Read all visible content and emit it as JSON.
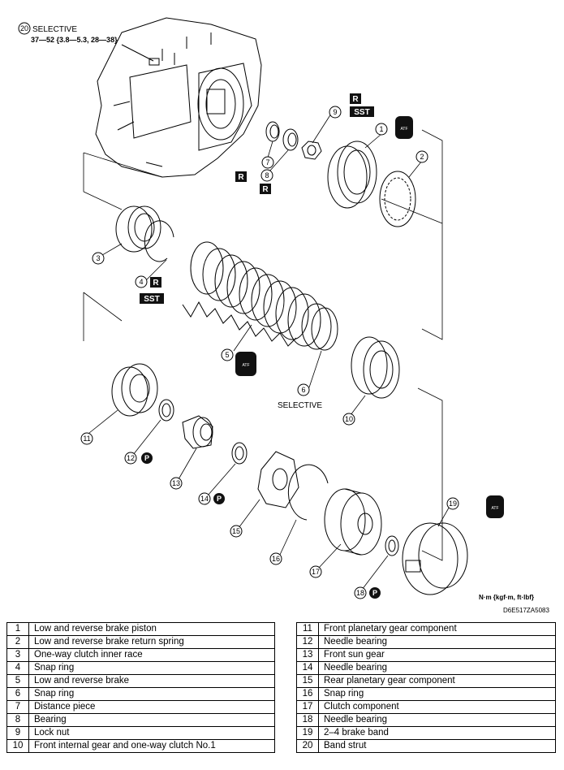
{
  "diagram": {
    "top_label_number": "20",
    "top_label_name": "SELECTIVE",
    "torque_spec": "37—52 {3.8—5.3, 28—38}",
    "selective_label": "SELECTIVE",
    "units": "N·m {kgf·m, ft·lbf}",
    "figure_code": "D6E517ZA5083",
    "badges": {
      "r": "R",
      "sst": "SST",
      "atf": "ATF",
      "p": "P"
    },
    "callouts": [
      "1",
      "2",
      "3",
      "4",
      "5",
      "6",
      "7",
      "8",
      "9",
      "10",
      "11",
      "12",
      "13",
      "14",
      "15",
      "16",
      "17",
      "18",
      "19",
      "20"
    ]
  },
  "parts_left": [
    {
      "num": "1",
      "name": "Low and reverse brake piston"
    },
    {
      "num": "2",
      "name": "Low and reverse brake return spring"
    },
    {
      "num": "3",
      "name": "One-way clutch inner race"
    },
    {
      "num": "4",
      "name": "Snap ring"
    },
    {
      "num": "5",
      "name": "Low and reverse brake"
    },
    {
      "num": "6",
      "name": "Snap ring"
    },
    {
      "num": "7",
      "name": "Distance piece"
    },
    {
      "num": "8",
      "name": "Bearing"
    },
    {
      "num": "9",
      "name": "Lock nut"
    },
    {
      "num": "10",
      "name": "Front internal gear and one-way clutch No.1"
    }
  ],
  "parts_right": [
    {
      "num": "11",
      "name": "Front planetary gear component"
    },
    {
      "num": "12",
      "name": "Needle bearing"
    },
    {
      "num": "13",
      "name": "Front sun gear"
    },
    {
      "num": "14",
      "name": "Needle bearing"
    },
    {
      "num": "15",
      "name": "Rear planetary gear component"
    },
    {
      "num": "16",
      "name": "Snap ring"
    },
    {
      "num": "17",
      "name": "Clutch component"
    },
    {
      "num": "18",
      "name": "Needle bearing"
    },
    {
      "num": "19",
      "name": "2–4 brake band"
    },
    {
      "num": "20",
      "name": "Band strut"
    }
  ]
}
